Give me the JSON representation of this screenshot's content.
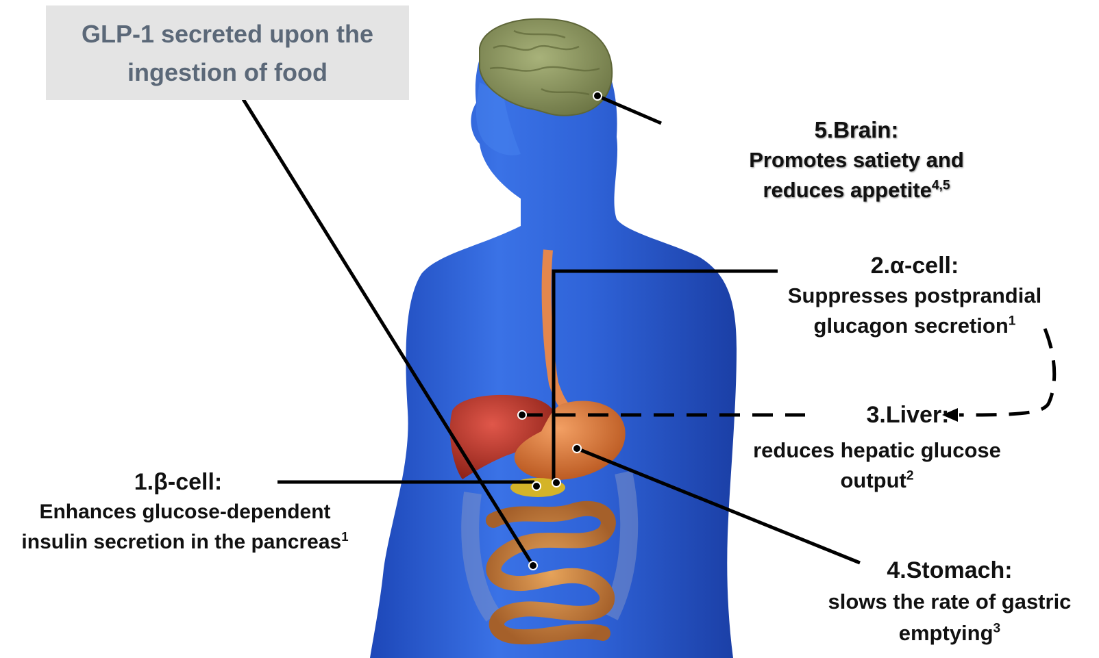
{
  "title": {
    "line1": "GLP-1 secreted upon the",
    "line2": "ingestion of food"
  },
  "labels": {
    "brain": {
      "heading": "5.Brain:",
      "line1": "Promotes satiety and",
      "line2": "reduces appetite",
      "ref": "4,5"
    },
    "alpha_cell": {
      "heading": "2.α-cell:",
      "line1": "Suppresses postprandial",
      "line2": "glucagon secretion",
      "ref": "1"
    },
    "liver": {
      "heading": "3.Liver:",
      "line1": "reduces hepatic glucose",
      "line2": "output",
      "ref": "2"
    },
    "beta_cell": {
      "heading": "1.β-cell:",
      "line1": "Enhances glucose-dependent",
      "line2": "insulin secretion in the pancreas",
      "ref": "1"
    },
    "stomach": {
      "heading": "4.Stomach:",
      "line1": "slows the rate of gastric",
      "line2": "emptying",
      "ref": "3"
    }
  },
  "colors": {
    "body": "#2f63d8",
    "brain": "#8f9a62",
    "liver": "#c0392b",
    "stomach": "#e07a3c",
    "intestine": "#d4893f",
    "pancreas": "#d4b428",
    "title_box": "#e4e4e4",
    "title_text": "#5b6878"
  }
}
